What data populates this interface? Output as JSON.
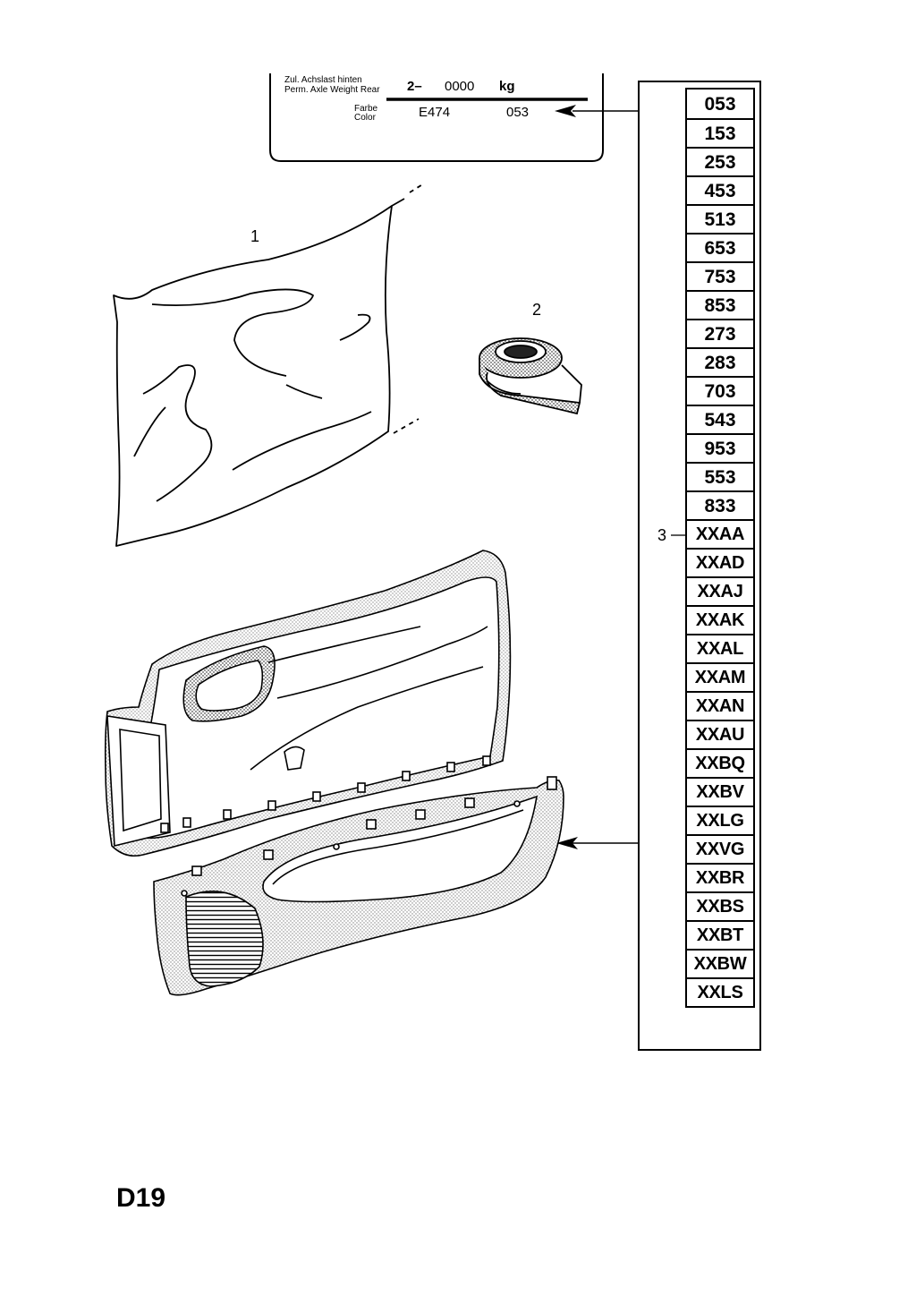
{
  "page_code": "D19",
  "label_plate": {
    "axle_label_de": "Zul. Achslast hinten",
    "axle_label_en": "Perm. Axle Weight Rear",
    "axle_prefix": "2–",
    "axle_value": "0000",
    "axle_unit": "kg",
    "color_label_de": "Farbe",
    "color_label_en": "Color",
    "paint_code": "E474",
    "trim_code": "053"
  },
  "callouts": {
    "part_1": "1",
    "part_2": "2",
    "part_3": "3"
  },
  "trim_codes": [
    "053",
    "153",
    "253",
    "453",
    "513",
    "653",
    "753",
    "853",
    "273",
    "283",
    "703",
    "543",
    "953",
    "553",
    "833",
    "XXAA",
    "XXAD",
    "XXAJ",
    "XXAK",
    "XXAL",
    "XXAM",
    "XXAN",
    "XXAU",
    "XXBQ",
    "XXBV",
    "XXLG",
    "XXVG",
    "XXBR",
    "XXBS",
    "XXBT",
    "XXBW",
    "XXLS"
  ]
}
